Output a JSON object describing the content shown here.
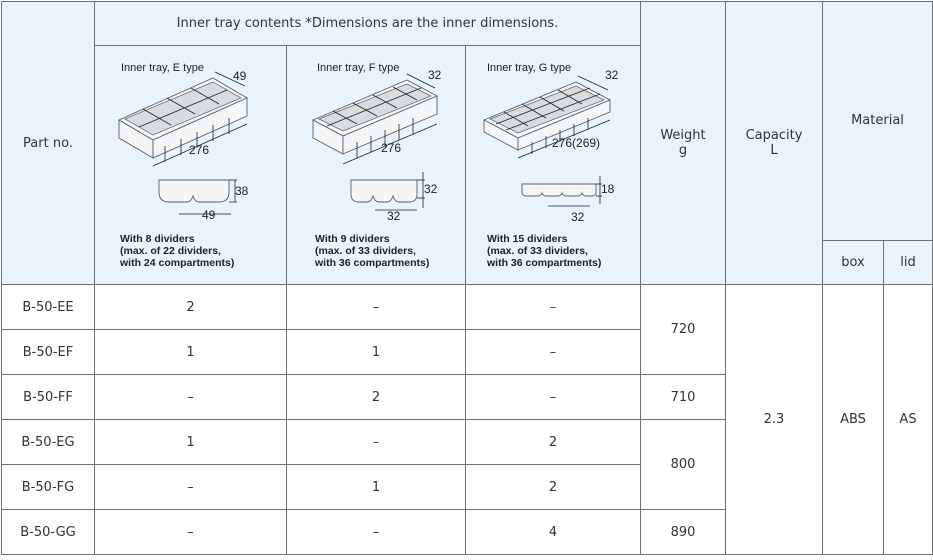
{
  "header": {
    "part_no": "Part no.",
    "inner_tray_contents": "Inner tray contents *Dimensions are the inner dimensions.",
    "weight_line1": "Weight",
    "weight_line2": "g",
    "capacity_line1": "Capacity",
    "capacity_line2": "L",
    "material": "Material",
    "material_box": "box",
    "material_lid": "lid"
  },
  "trays": [
    {
      "title": "Inner tray, E type",
      "width_dim": "49",
      "length_dim": "276",
      "height_dim": "38",
      "compartment_dim": "49",
      "note_line1": "With 8 dividers",
      "note_line2": "(max. of 22 dividers,",
      "note_line3": "with 24 compartments)"
    },
    {
      "title": "Inner tray, F type",
      "width_dim": "32",
      "length_dim": "276",
      "height_dim": "32",
      "compartment_dim": "32",
      "note_line1": "With 9 dividers",
      "note_line2": "(max. of 33 dividers,",
      "note_line3": "with 36 compartments)"
    },
    {
      "title": "Inner tray, G type",
      "width_dim": "32",
      "length_dim": "276(269)",
      "height_dim": "18",
      "compartment_dim": "32",
      "note_line1": "With 15 dividers",
      "note_line2": "(max. of 33 dividers,",
      "note_line3": "with 36 compartments)"
    }
  ],
  "rows": [
    {
      "part": "B-50-EE",
      "e": "2",
      "f": "–",
      "g": "–"
    },
    {
      "part": "B-50-EF",
      "e": "1",
      "f": "1",
      "g": "–"
    },
    {
      "part": "B-50-FF",
      "e": "–",
      "f": "2",
      "g": "–"
    },
    {
      "part": "B-50-EG",
      "e": "1",
      "f": "–",
      "g": "2"
    },
    {
      "part": "B-50-FG",
      "e": "–",
      "f": "1",
      "g": "2"
    },
    {
      "part": "B-50-GG",
      "e": "–",
      "f": "–",
      "g": "4"
    }
  ],
  "weights": [
    "720",
    "710",
    "800",
    "890"
  ],
  "capacity": "2.3",
  "material_box_value": "ABS",
  "material_lid_value": "AS"
}
